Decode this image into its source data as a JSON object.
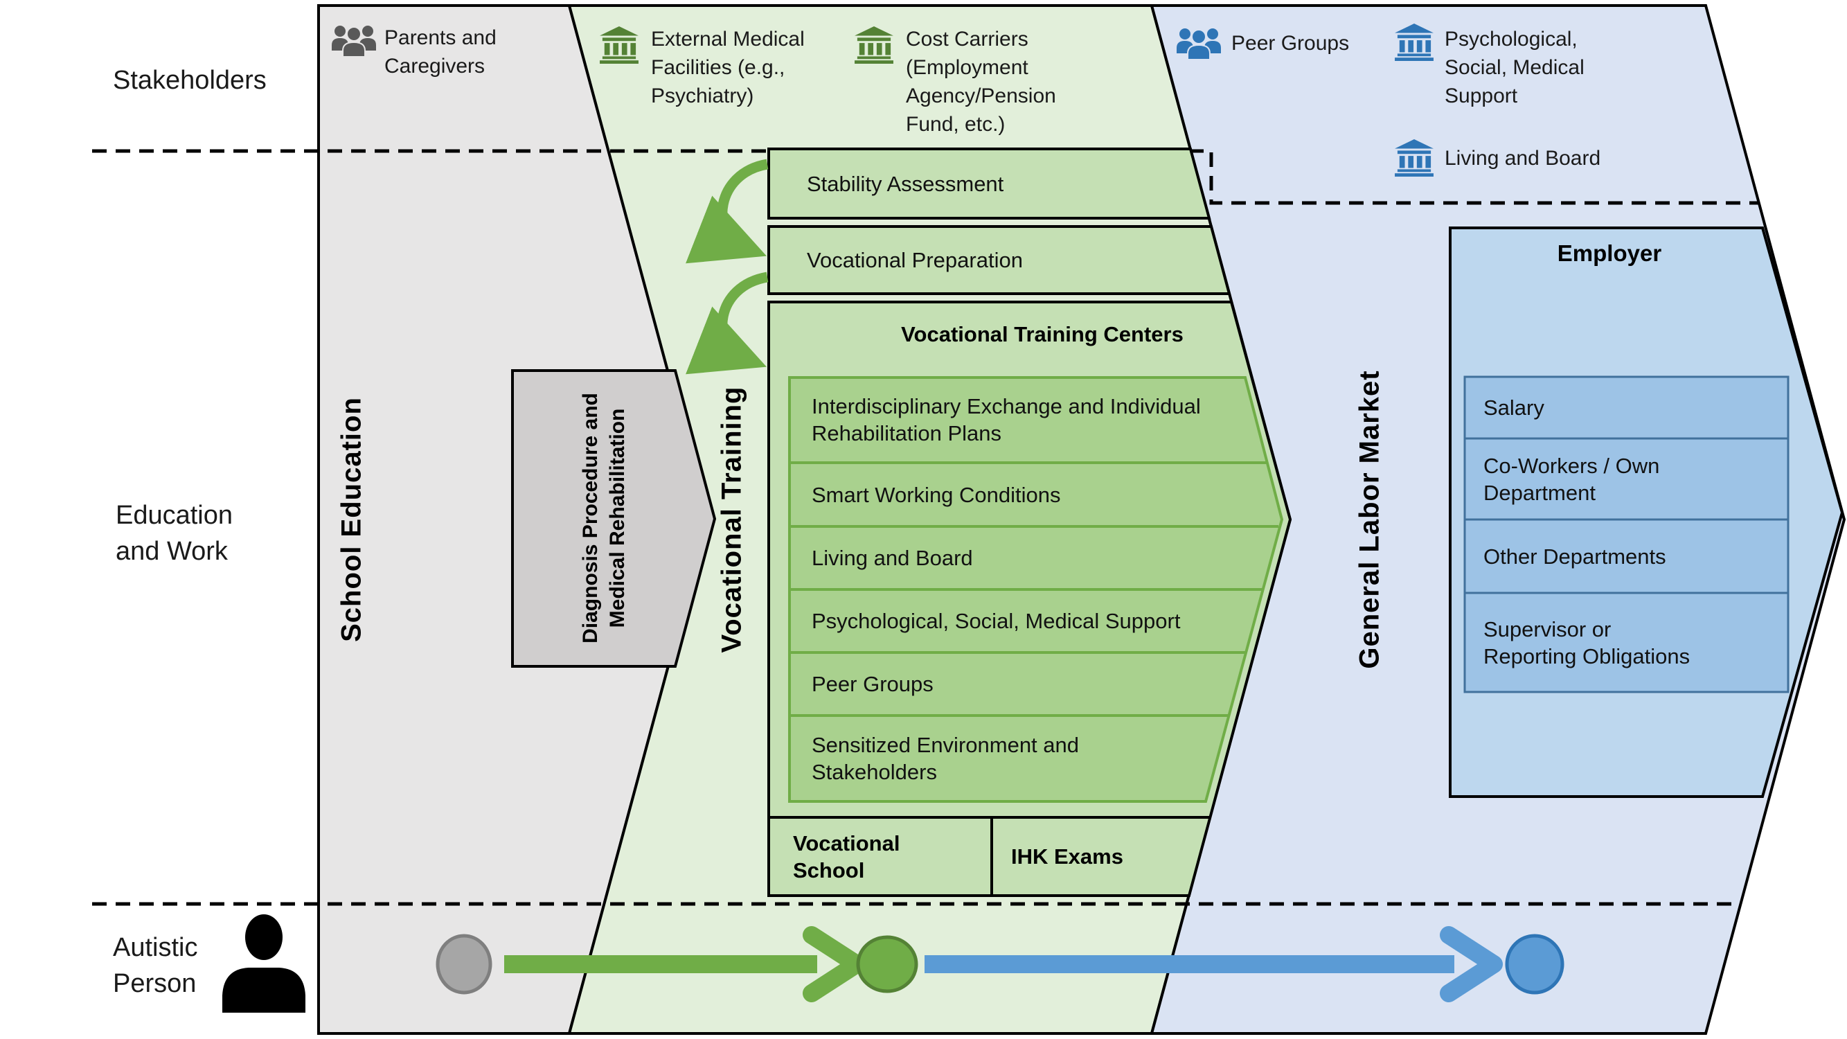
{
  "palette": {
    "school_band_fill": "#e7e6e6",
    "vocational_band_fill": "#e2efda",
    "labor_band_fill": "#dae3f3",
    "step_box_fill": "#c5e0b4",
    "training_list_fill": "#a9d18e",
    "training_list_border": "#70ad47",
    "employer_fill": "#bdd7ee",
    "employer_row_fill": "#9dc3e6",
    "employer_row_border": "#41719c",
    "diagnosis_fill": "#d0cece",
    "green_accent": "#70ad47",
    "blue_accent": "#5b9bd5",
    "gray_icon": "#595959",
    "green_icon": "#548235",
    "blue_icon": "#2e75b6",
    "gray_milestone": "#a6a6a6"
  },
  "side_labels": {
    "stakeholders": "Stakeholders",
    "education_and_work": "Education and Work",
    "autistic_person": "Autistic Person"
  },
  "school_band": {
    "title": "School Education",
    "stakeholder_parents": "Parents and Caregivers",
    "diagnosis_box": "Diagnosis Procedure and Medical Rehabilitation"
  },
  "vocational_band": {
    "title": "Vocational Training",
    "stakeholder_external_medical": "External Medical Facilities (e.g., Psychiatry)",
    "stakeholder_cost_carriers": "Cost Carriers (Employment Agency/Pension Fund, etc.)",
    "step_stability": "Stability Assessment",
    "step_preparation": "Vocational Preparation",
    "training_centers": {
      "title": "Vocational Training Centers",
      "items": [
        "Interdisciplinary Exchange and Individual Rehabilitation Plans",
        "Smart Working Conditions",
        "Living and Board",
        "Psychological, Social, Medical Support",
        "Peer Groups",
        "Sensitized Environment and Stakeholders"
      ]
    },
    "vocational_school": "Vocational School",
    "ihk_exams": "IHK Exams"
  },
  "labor_band": {
    "title": "General Labor Market",
    "stakeholder_peer_groups": "Peer Groups",
    "stakeholder_psych_support": "Psychological, Social, Medical Support",
    "stakeholder_living_board": "Living and Board",
    "employer": {
      "title": "Employer",
      "items": [
        "Salary",
        "Co-Workers / Own Department",
        "Other Departments",
        "Supervisor or Reporting Obligations"
      ]
    }
  }
}
